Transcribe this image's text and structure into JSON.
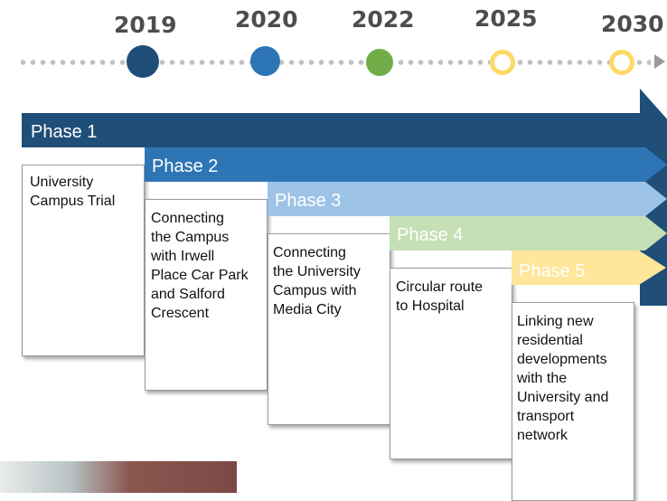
{
  "timeline": {
    "years": [
      "2019",
      "2020",
      "2022",
      "2025",
      "2030"
    ],
    "milestone_colors": [
      "#1f4e79",
      "#2e75b6",
      "#70ad47",
      "#ffd966",
      "#ffd966"
    ]
  },
  "phases": [
    {
      "label": "Phase 1",
      "description": "University\nCampus Trial",
      "color": "#1f4e79"
    },
    {
      "label": "Phase 2",
      "description": "Connecting\nthe Campus\nwith Irwell\nPlace Car Park\nand Salford\nCrescent",
      "color": "#2e75b6"
    },
    {
      "label": "Phase 3",
      "description": "Connecting\nthe University\nCampus with\nMedia City",
      "color": "#9dc3e6"
    },
    {
      "label": "Phase 4",
      "description": "Circular route\nto Hospital",
      "color": "#c5e0b4"
    },
    {
      "label": "Phase 5",
      "description": "Linking new\nresidential\ndevelopments\nwith the\nUniversity and\ntransport\nnetwork",
      "color": "#ffe699"
    }
  ]
}
